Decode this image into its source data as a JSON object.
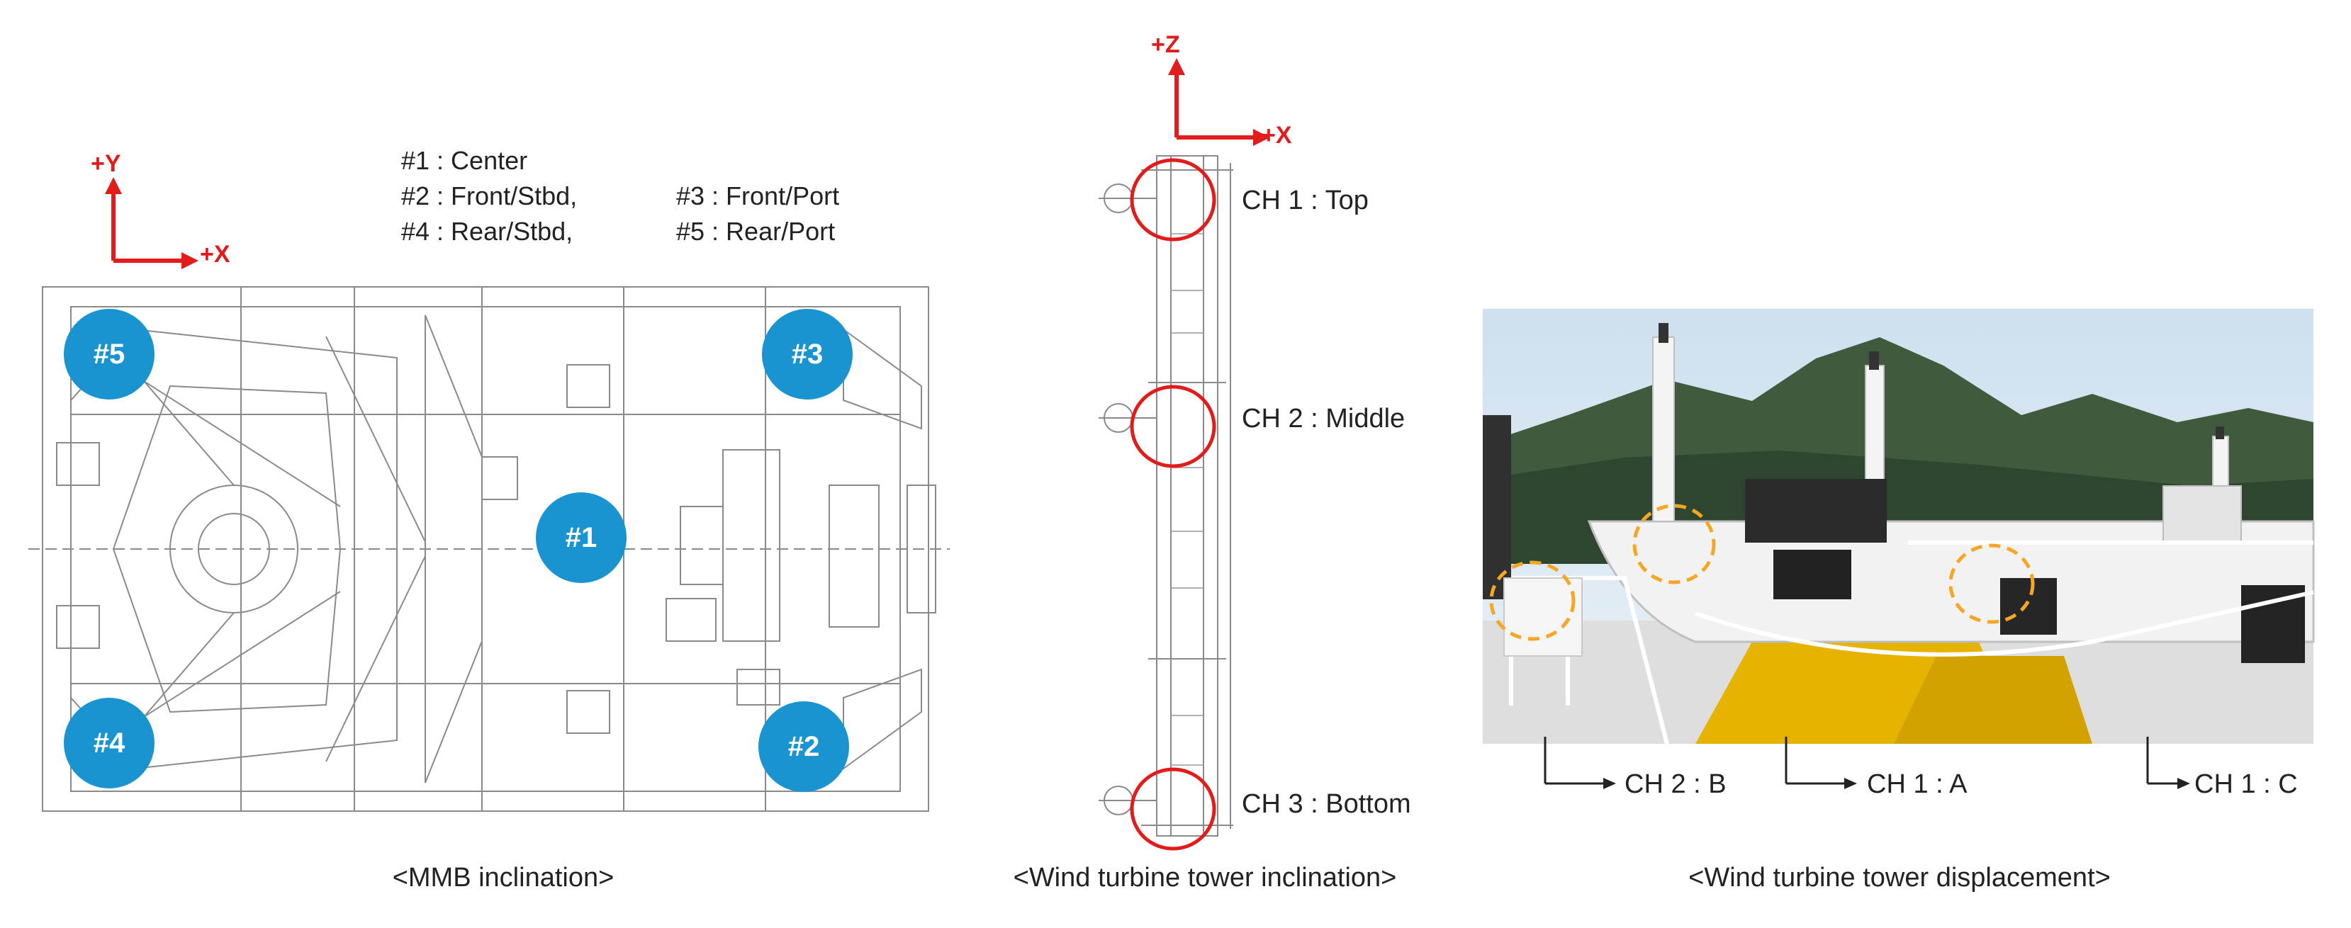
{
  "mmb_panel": {
    "axis_y": "+Y",
    "axis_x": "+X",
    "legend": {
      "line1": "#1 : Center",
      "line2a": "#2 : Front/Stbd,",
      "line2b": "#3 : Front/Port",
      "line3a": "#4 : Rear/Stbd,",
      "line3b": "#5 : Rear/Port"
    },
    "sensors": [
      "#1",
      "#2",
      "#3",
      "#4",
      "#5"
    ],
    "caption": "<MMB inclination>"
  },
  "tower_panel": {
    "axis_z": "+Z",
    "axis_x": "+X",
    "channels": [
      "CH 1 : Top",
      "CH 2 : Middle",
      "CH 3 : Bottom"
    ],
    "caption": "<Wind turbine tower inclination>"
  },
  "photo_panel": {
    "channels": [
      "CH 2 : B",
      "CH 1 : A",
      "CH 1 : C"
    ],
    "caption": "<Wind turbine tower displacement>"
  },
  "colors": {
    "axis_red": "#e21b1b",
    "sensor_blue": "#1a93d1",
    "highlight_orange": "#f5a623"
  }
}
